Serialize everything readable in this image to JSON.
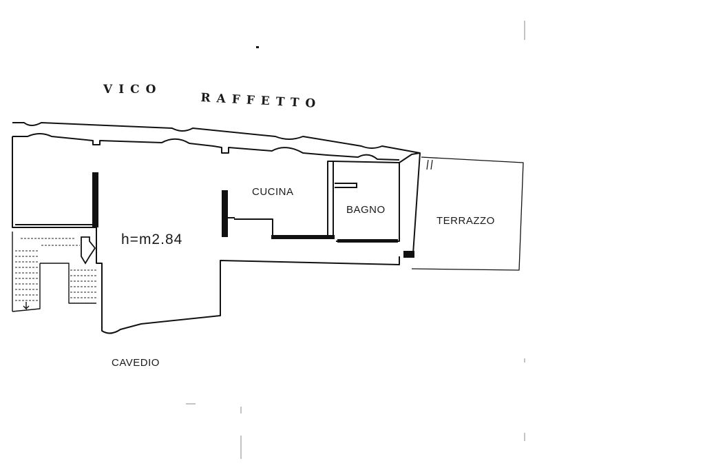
{
  "street": {
    "part1": "VICO",
    "part2": "RAFFETTO"
  },
  "rooms": {
    "cucina": "CUCINA",
    "bagno": "BAGNO",
    "terrazzo": "TERRAZZO",
    "cavedio": "CAVEDIO"
  },
  "ceiling_height": "h=m2.84"
}
